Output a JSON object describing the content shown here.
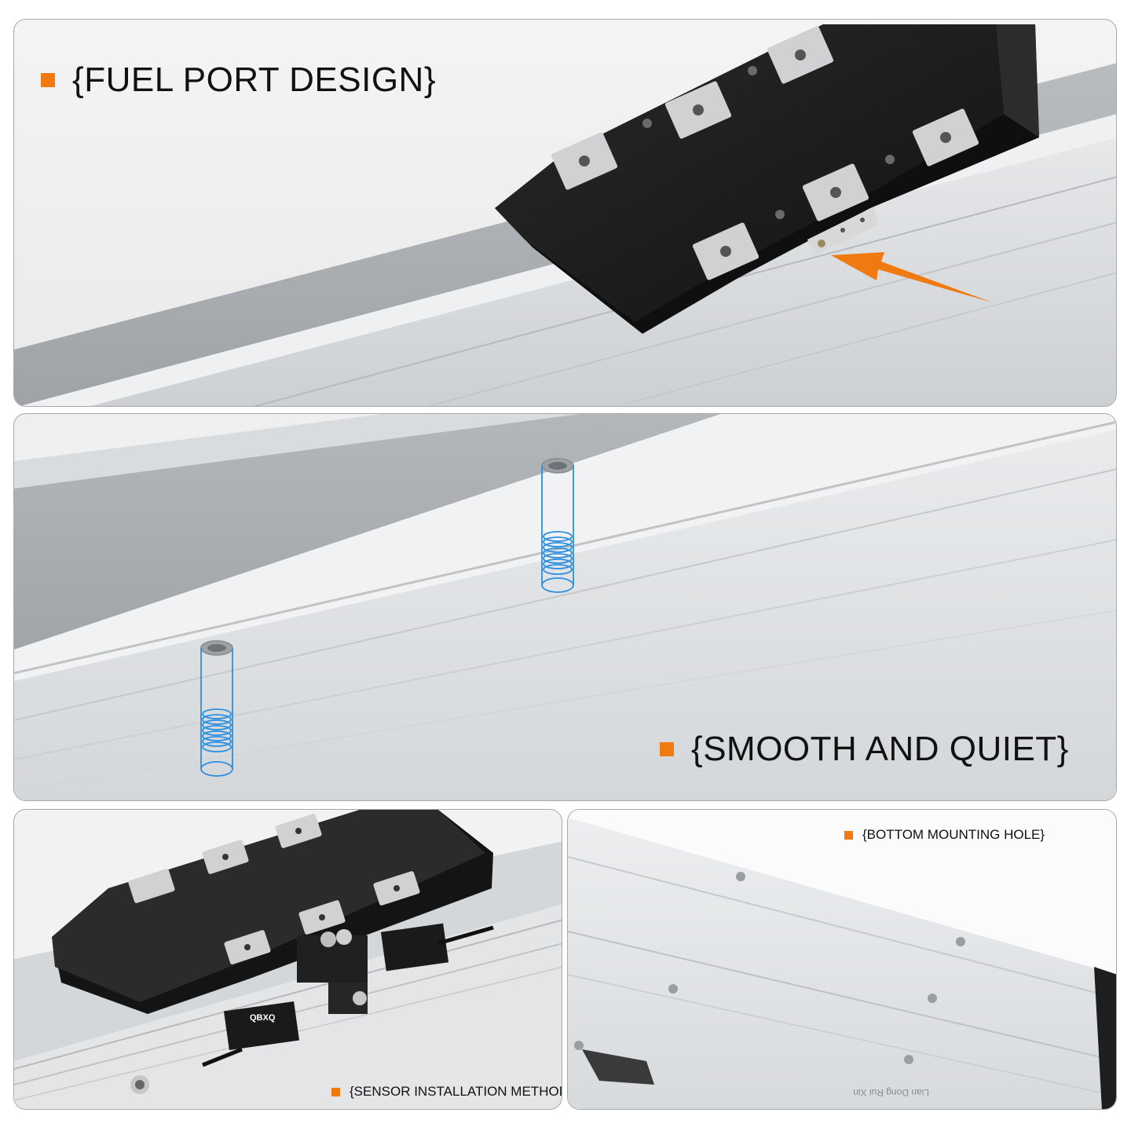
{
  "colors": {
    "accent": "#f07a10",
    "hole_blue": "#2d8fe0",
    "carriage": "#1b1b1b",
    "rail": "#d9dcdf"
  },
  "panels": {
    "fuel_port": {
      "caption": "{FUEL PORT DESIGN}"
    },
    "smooth_quiet": {
      "caption": "{SMOOTH AND QUIET}"
    },
    "sensor": {
      "caption": "{SENSOR INSTALLATION METHOD}",
      "sensor_brand": "QBXQ"
    },
    "bottom_hole": {
      "caption": "{BOTTOM MOUNTING HOLE}",
      "side_label": "Lian Dong Rui Xin"
    }
  }
}
